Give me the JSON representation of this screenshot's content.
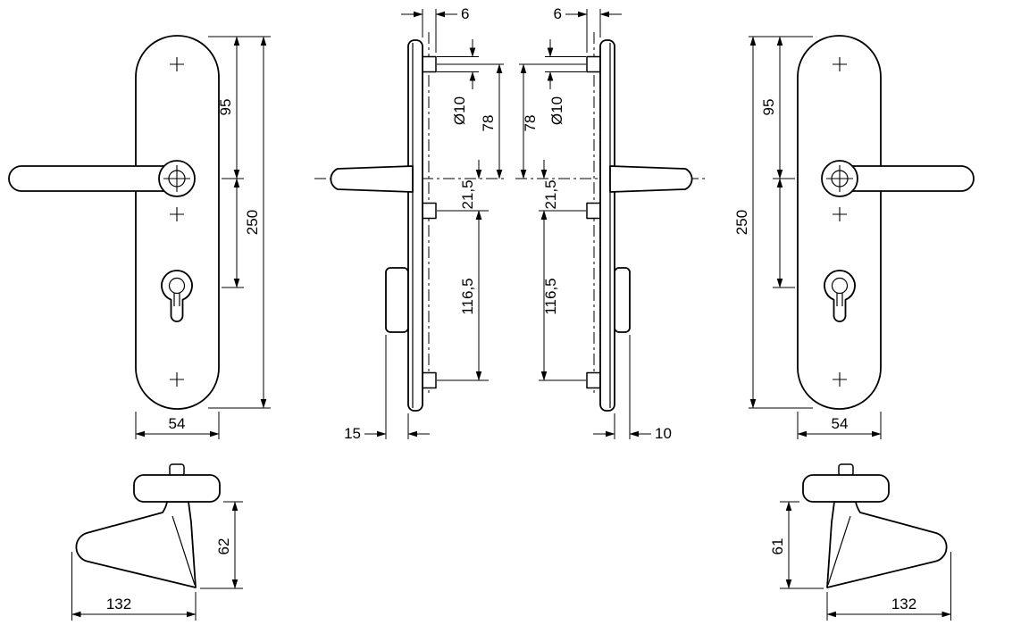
{
  "views": {
    "front_left": {
      "height_to_handle": "95",
      "total_height": "250",
      "width": "54"
    },
    "profile_left": {
      "boss_offset": "6",
      "bolt_dia": "Ø10",
      "top_to_axis": "78",
      "axis_to_mid": "21,5",
      "mid_to_bottom": "116,5",
      "protrusion": "15"
    },
    "profile_right": {
      "boss_offset": "6",
      "bolt_dia": "Ø10",
      "top_to_axis": "78",
      "axis_to_mid": "21,5",
      "mid_to_bottom": "116,5",
      "protrusion": "10"
    },
    "front_right": {
      "height_to_handle": "95",
      "total_height": "250",
      "width": "54"
    },
    "lever_left": {
      "height": "62",
      "length": "132"
    },
    "lever_right": {
      "height": "61",
      "length": "132"
    }
  }
}
